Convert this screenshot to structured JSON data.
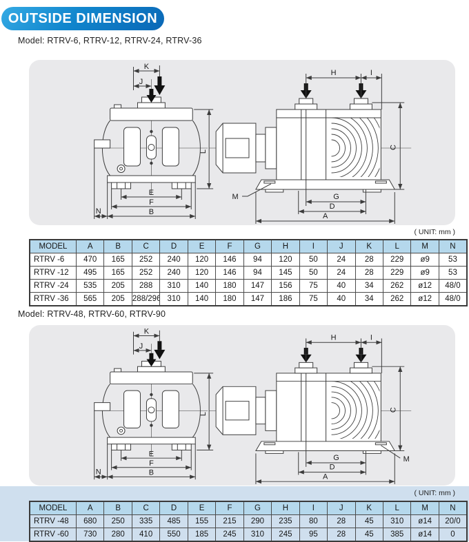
{
  "page_title_badge": "OUTSIDE DIMENSION",
  "colors": {
    "badge_blue_light": "#35aae4",
    "badge_blue_dark": "#0a67b6",
    "panel_background": "#e9e9eb",
    "table_header_blue": "#b5d8ec",
    "bottom_band_blue": "#cfdfee",
    "drawing_line": "#3c3c3c"
  },
  "diagram_labels": {
    "K": "K",
    "J": "J",
    "L": "L",
    "E": "E",
    "F": "F",
    "B": "B",
    "N": "N",
    "H": "H",
    "I": "I",
    "C": "C",
    "M": "M",
    "G": "G",
    "D": "D",
    "A": "A"
  },
  "sections": [
    {
      "model_label": "Model: RTRV-6, RTRV-12, RTRV-24, RTRV-36",
      "unit_label": "( UNIT:  mm )",
      "table": {
        "columns": [
          "MODEL",
          "A",
          "B",
          "C",
          "D",
          "E",
          "F",
          "G",
          "H",
          "I",
          "J",
          "K",
          "L",
          "M",
          "N"
        ],
        "rows": [
          [
            "RTRV -6",
            "470",
            "165",
            "252",
            "240",
            "120",
            "146",
            "94",
            "120",
            "50",
            "24",
            "28",
            "229",
            "ø9",
            "53"
          ],
          [
            "RTRV -12",
            "495",
            "165",
            "252",
            "240",
            "120",
            "146",
            "94",
            "145",
            "50",
            "24",
            "28",
            "229",
            "ø9",
            "53"
          ],
          [
            "RTRV -24",
            "535",
            "205",
            "288",
            "310",
            "140",
            "180",
            "147",
            "156",
            "75",
            "40",
            "34",
            "262",
            "ø12",
            "48/0"
          ],
          [
            "RTRV -36",
            "565",
            "205",
            "288/296",
            "310",
            "140",
            "180",
            "147",
            "186",
            "75",
            "40",
            "34",
            "262",
            "ø12",
            "48/0"
          ]
        ]
      }
    },
    {
      "model_label": "Model: RTRV-48, RTRV-60, RTRV-90",
      "unit_label": "( UNIT:  mm )",
      "table": {
        "columns": [
          "MODEL",
          "A",
          "B",
          "C",
          "D",
          "E",
          "F",
          "G",
          "H",
          "I",
          "J",
          "K",
          "L",
          "M",
          "N"
        ],
        "rows": [
          [
            "RTRV -48",
            "680",
            "250",
            "335",
            "485",
            "155",
            "215",
            "290",
            "235",
            "80",
            "28",
            "45",
            "310",
            "ø14",
            "20/0"
          ],
          [
            "RTRV -60",
            "730",
            "280",
            "410",
            "550",
            "185",
            "245",
            "310",
            "245",
            "95",
            "28",
            "45",
            "385",
            "ø14",
            "0"
          ]
        ]
      }
    }
  ]
}
